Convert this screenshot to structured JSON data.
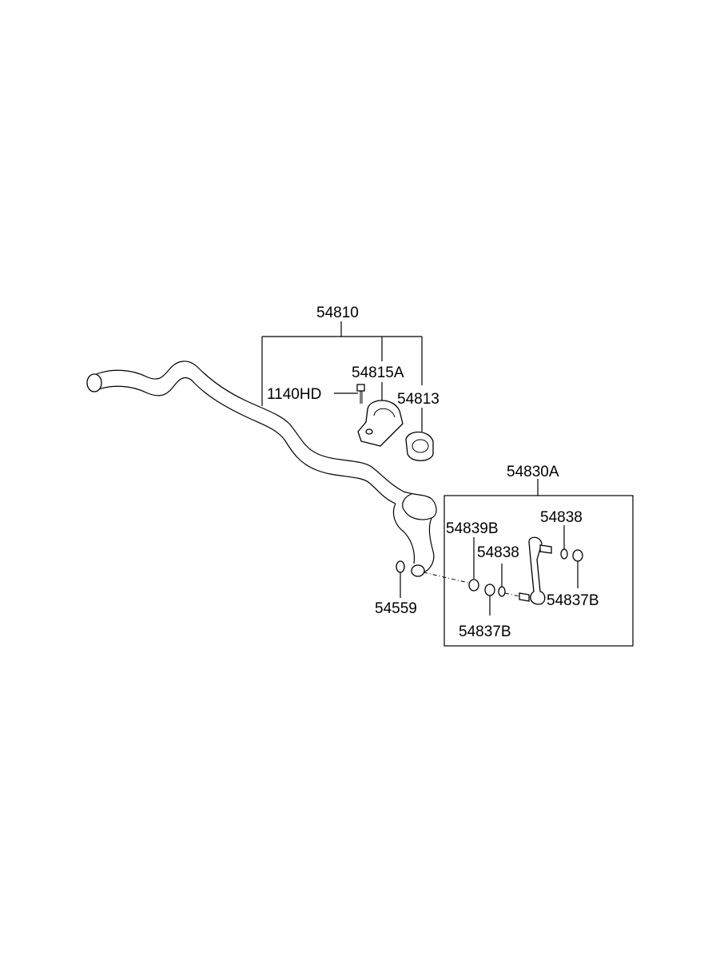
{
  "labels": {
    "assembly_main": "54810",
    "bushing_clamp": "54815A",
    "bolt": "1140HD",
    "bushing": "54813",
    "link_assembly": "54830A",
    "link_nut_top": "54838",
    "link_nut_mid": "54838",
    "washer_b": "54839B",
    "link_bush_right": "54837B",
    "link_bush_bottom": "54837B",
    "washer_small": "54559"
  }
}
